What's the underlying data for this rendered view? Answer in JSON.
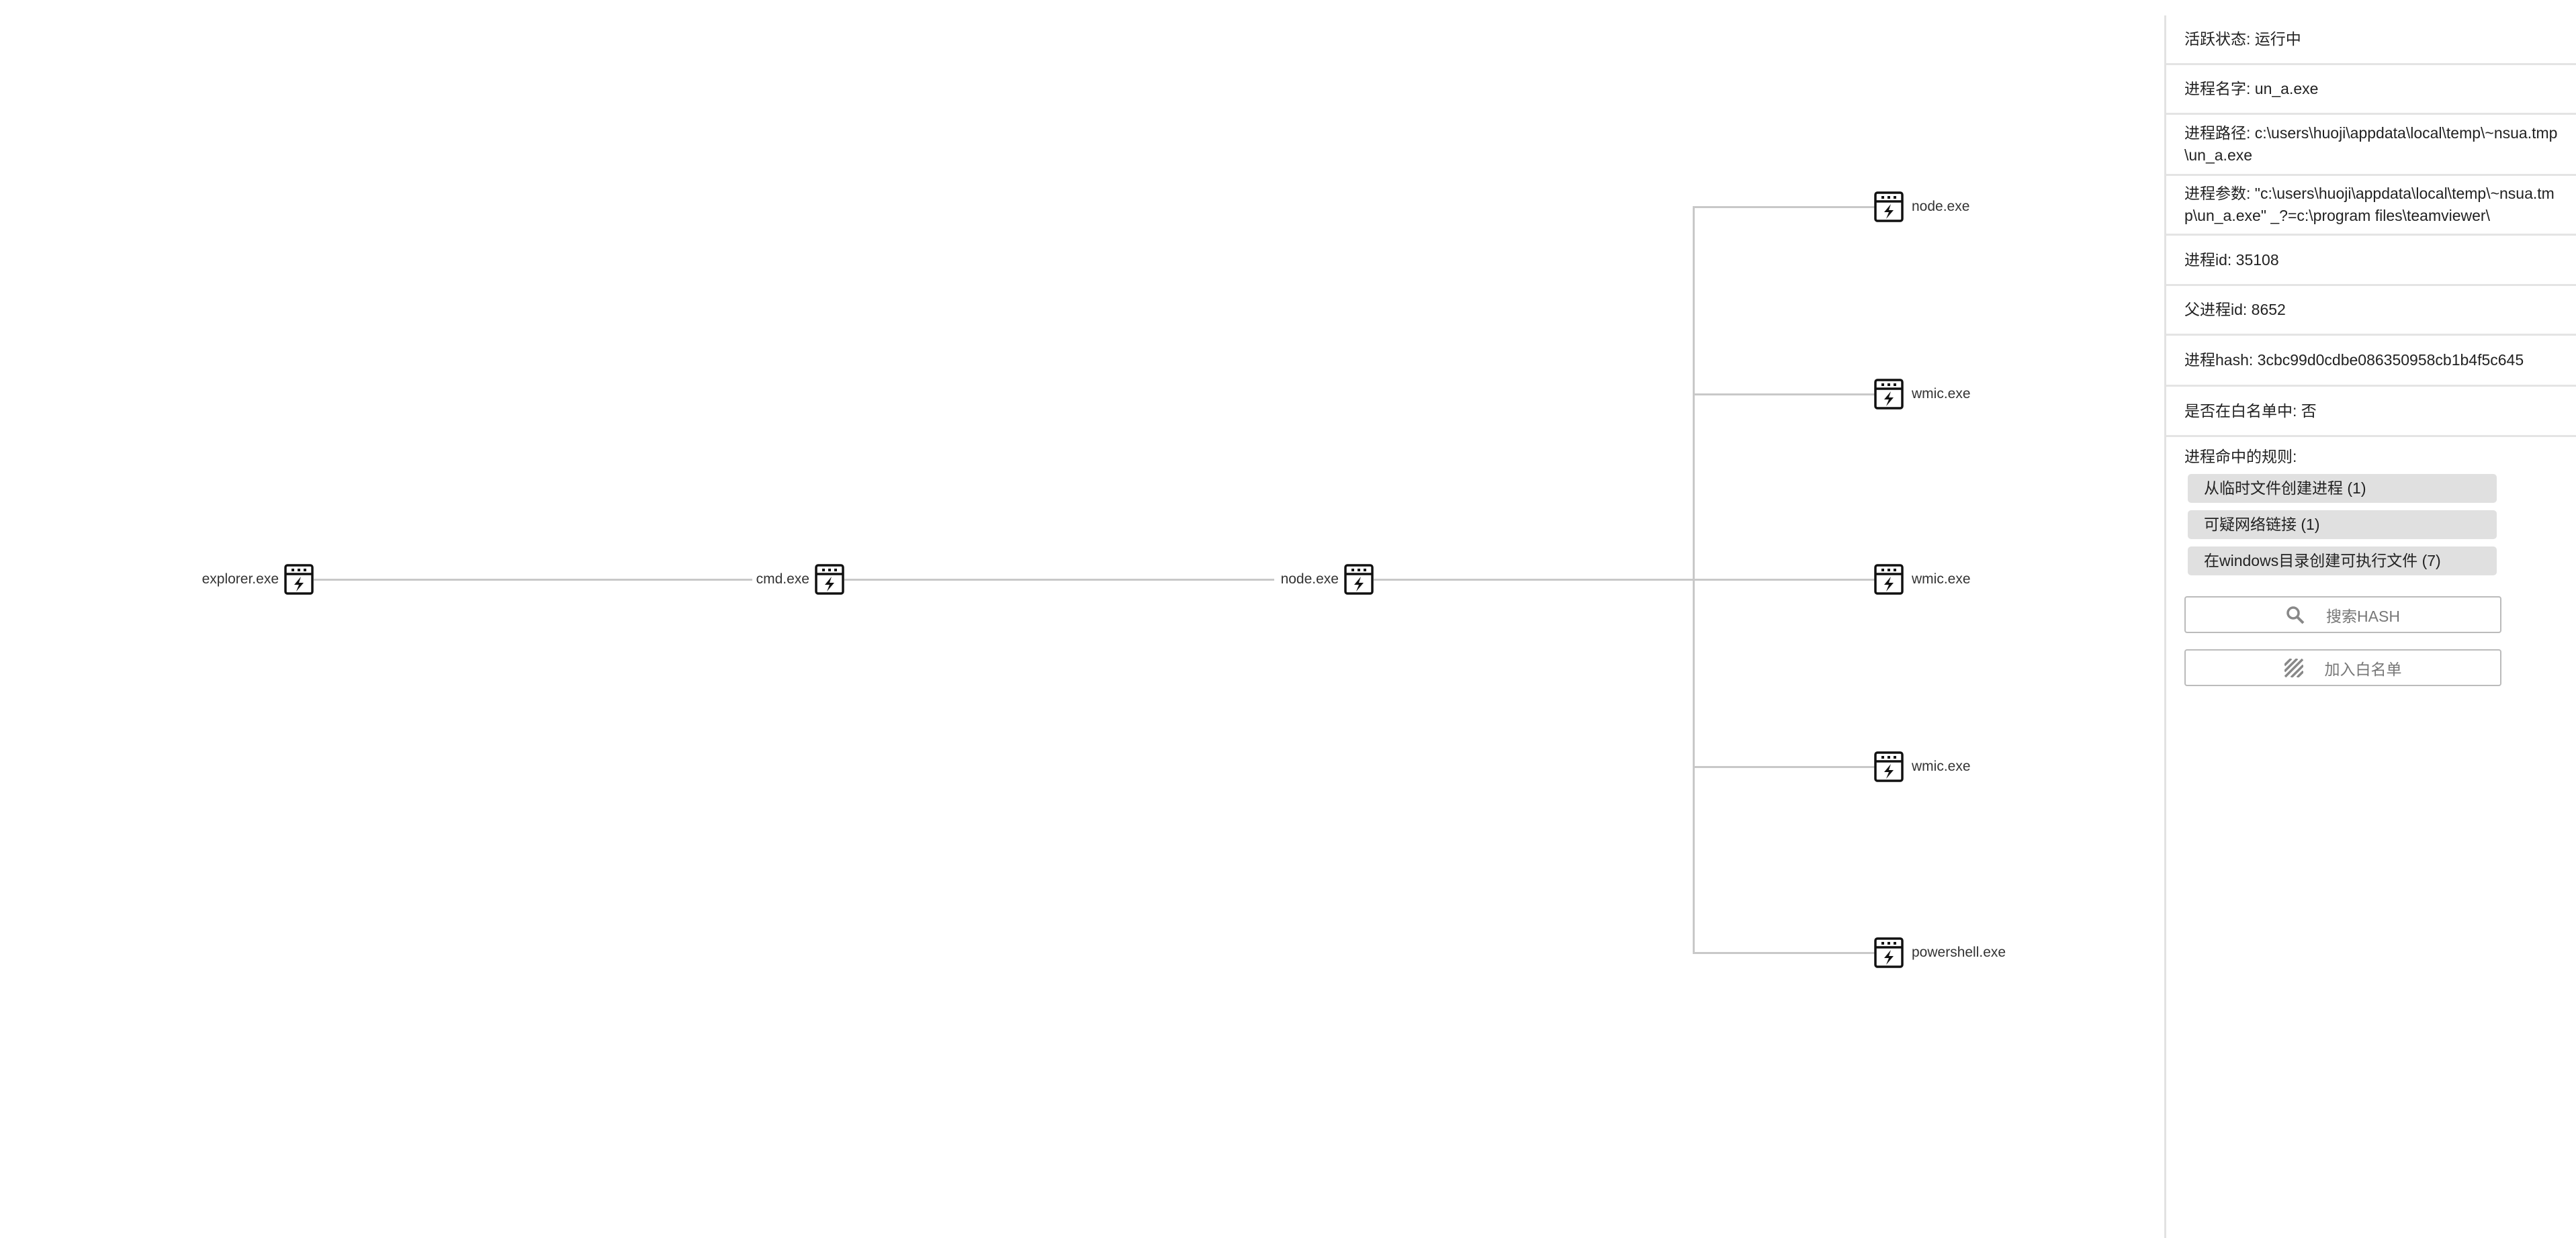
{
  "tree": {
    "root": {
      "label": "explorer.exe",
      "icon": "process-icon"
    },
    "level1": {
      "label": "cmd.exe",
      "icon": "process-icon"
    },
    "level2": {
      "label": "node.exe",
      "icon": "process-icon"
    },
    "children": [
      {
        "label": "node.exe",
        "icon": "process-icon"
      },
      {
        "label": "wmic.exe",
        "icon": "process-icon"
      },
      {
        "label": "wmic.exe",
        "icon": "process-icon"
      },
      {
        "label": "wmic.exe",
        "icon": "process-icon"
      },
      {
        "label": "powershell.exe",
        "icon": "process-icon"
      }
    ]
  },
  "panel": {
    "status": "活跃状态: 运行中",
    "name": "进程名字: un_a.exe",
    "path": "进程路径: c:\\users\\huoji\\appdata\\local\\temp\\~nsua.tmp\\un_a.exe",
    "args": "进程参数: \"c:\\users\\huoji\\appdata\\local\\temp\\~nsua.tmp\\un_a.exe\" _?=c:\\program files\\teamviewer\\",
    "pid": "进程id: 35108",
    "ppid": "父进程id: 8652",
    "hash": "进程hash: 3cbc99d0cdbe086350958cb1b4f5c645",
    "whitelisted": "是否在白名单中: 否",
    "rules_title": "进程命中的规则:",
    "rules": [
      "从临时文件创建进程 (1)",
      "可疑网络链接 (1)",
      "在windows目录创建可执行文件 (7)"
    ],
    "search_hash_label": "搜索HASH",
    "add_whitelist_label": "加入白名单"
  }
}
